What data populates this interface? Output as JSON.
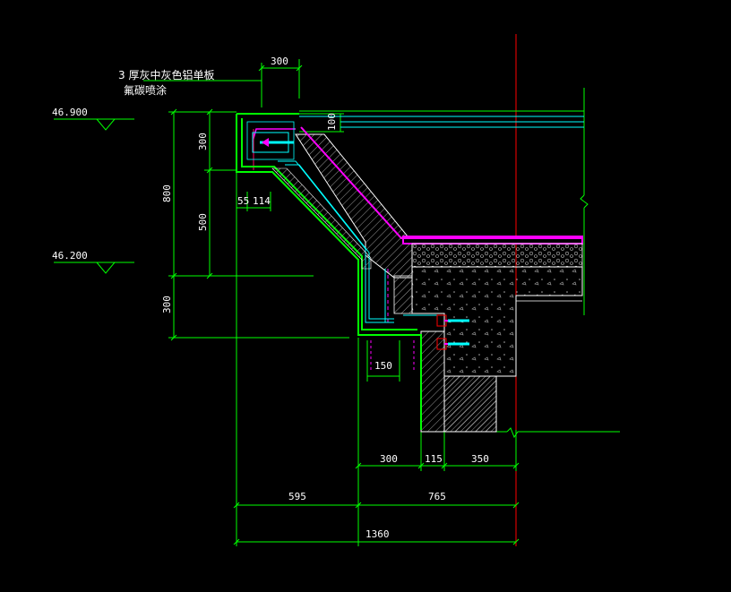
{
  "annotation": {
    "line1": "3 厚灰中灰色铝单板",
    "line2": "氟碳喷涂"
  },
  "levels": {
    "top": "46.900",
    "mid": "46.200"
  },
  "dimensions": {
    "top_width": "300",
    "top_vertical": "100",
    "left_300_top": "300",
    "left_800": "800",
    "left_500": "500",
    "left_300_bottom": "300",
    "small_55": "55",
    "small_114": "114",
    "d150": "150",
    "d300": "300",
    "d115": "115",
    "d350": "350",
    "d595": "595",
    "d765": "765",
    "d1360": "1360"
  },
  "colors": {
    "background": "#000000",
    "dimension_line": "#00ff00",
    "text": "#ffffff",
    "cladding": "#ff00ff",
    "insulation": "#00ffff",
    "concrete_outline": "#ffffff",
    "grid_axis": "#ff0000",
    "hatch": "#8c8c8c"
  }
}
